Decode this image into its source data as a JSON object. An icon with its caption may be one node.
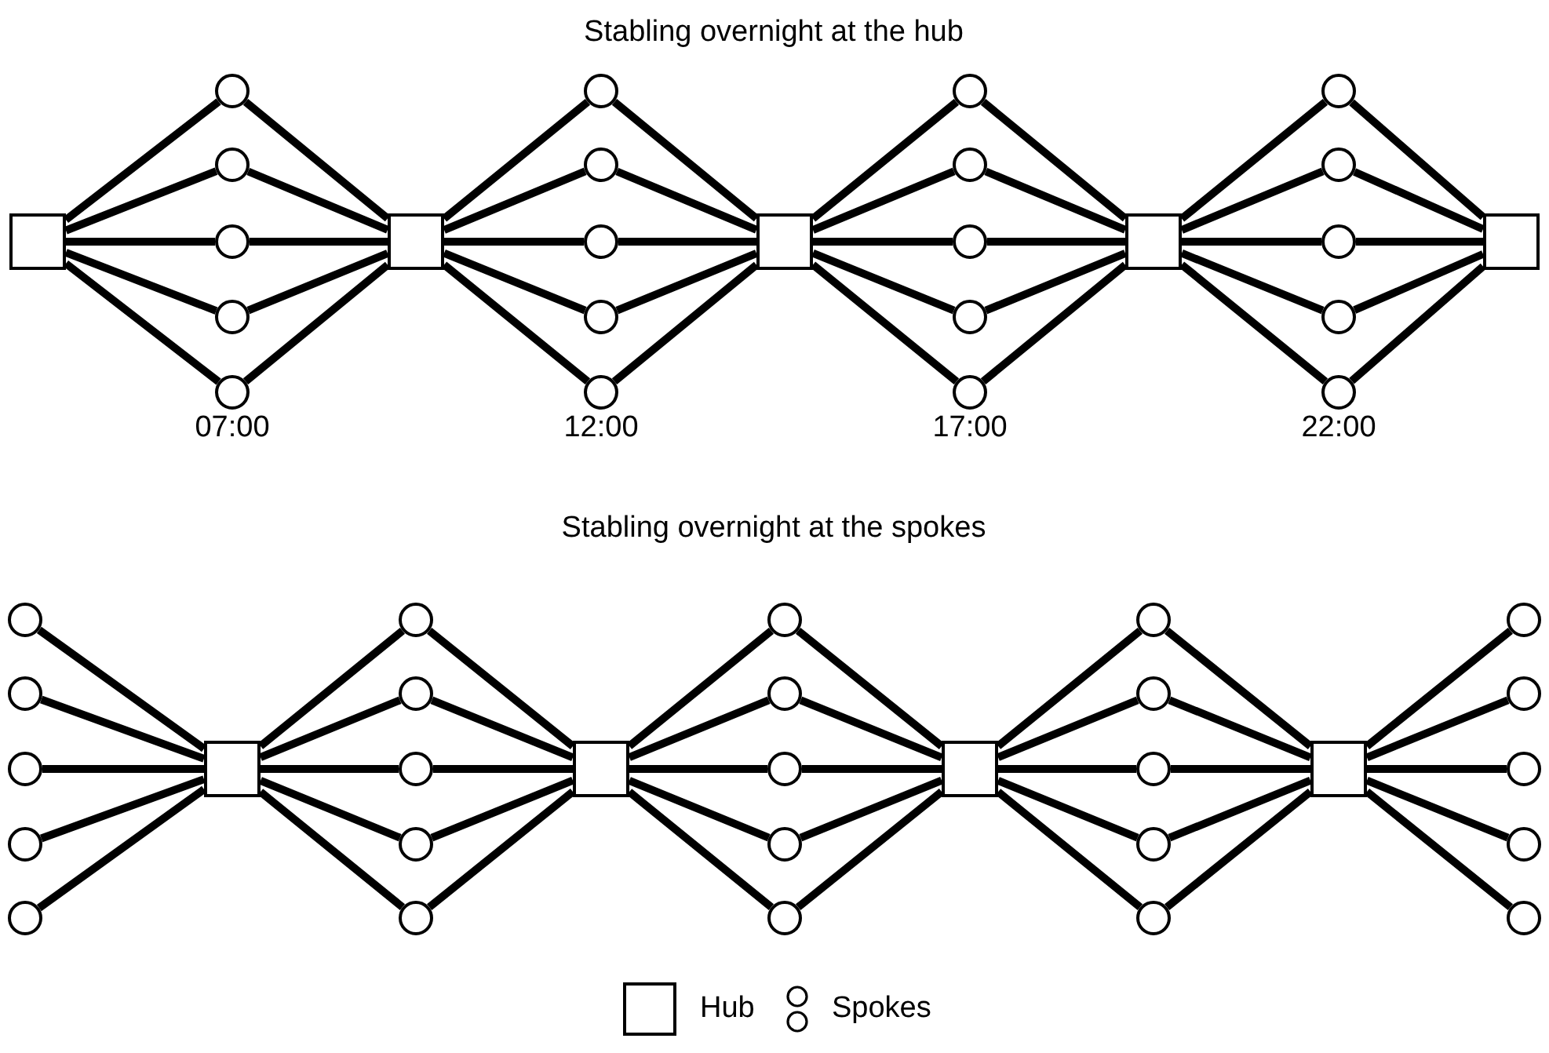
{
  "diagram": {
    "nodes": [
      {
        "text": [],
        "shape": "box"
      },
      {
        "text": [],
        "shape": "circle"
      },
      {
        "text": [],
        "shape": "circle"
      },
      {
        "text": [],
        "shape": "circle"
      },
      {
        "text": [],
        "shape": "circle"
      },
      {
        "text": [],
        "shape": "circle"
      },
      {
        "text": [],
        "shape": "box"
      },
      {
        "text": [],
        "shape": "circle"
      },
      {
        "text": [],
        "shape": "circle"
      },
      {
        "text": [],
        "shape": "circle"
      },
      {
        "text": [],
        "shape": "circle"
      },
      {
        "text": [],
        "shape": "circle"
      },
      {
        "text": [],
        "shape": "box"
      },
      {
        "text": [],
        "shape": "circle"
      },
      {
        "text": [],
        "shape": "circle"
      },
      {
        "text": [],
        "shape": "circle"
      },
      {
        "text": [],
        "shape": "circle"
      },
      {
        "text": [],
        "shape": "circle"
      },
      {
        "text": [],
        "shape": "box"
      },
      {
        "text": [],
        "shape": "circle"
      },
      {
        "text": [],
        "shape": "circle"
      },
      {
        "text": [],
        "shape": "circle"
      },
      {
        "text": [],
        "shape": "circle"
      },
      {
        "text": [],
        "shape": "circle"
      },
      {
        "text": [],
        "shape": "box"
      },
      {
        "text": [],
        "shape": "circle"
      },
      {
        "text": [],
        "shape": "circle"
      },
      {
        "text": [],
        "shape": "circle"
      },
      {
        "text": [],
        "shape": "circle"
      },
      {
        "text": [],
        "shape": "circle"
      },
      {
        "text": [],
        "shape": "box"
      },
      {
        "text": [],
        "shape": "circle"
      },
      {
        "text": [],
        "shape": "circle"
      },
      {
        "text": [],
        "shape": "circle"
      },
      {
        "text": [],
        "shape": "circle"
      },
      {
        "text": [],
        "shape": "circle"
      },
      {
        "text": [],
        "shape": "box"
      },
      {
        "text": [],
        "shape": "circle"
      },
      {
        "text": [],
        "shape": "circle"
      },
      {
        "text": [],
        "shape": "circle"
      },
      {
        "text": [],
        "shape": "circle"
      },
      {
        "text": [],
        "shape": "circle"
      },
      {
        "text": [],
        "shape": "box"
      },
      {
        "text": [],
        "shape": "circle"
      },
      {
        "text": [],
        "shape": "circle"
      },
      {
        "text": [],
        "shape": "circle"
      },
      {
        "text": [],
        "shape": "circle"
      },
      {
        "text": [],
        "shape": "circle"
      },
      {
        "text": [],
        "shape": "box"
      },
      {
        "text": [],
        "shape": "circle"
      },
      {
        "text": [],
        "shape": "circle"
      },
      {
        "text": [],
        "shape": "circle"
      },
      {
        "text": [],
        "shape": "circle"
      },
      {
        "text": [],
        "shape": "circle"
      }
    ],
    "edges": [
      {
        "from": 0,
        "to": 1,
        "arrow": "none"
      },
      {
        "from": 1,
        "to": 6,
        "arrow": "none"
      },
      {
        "from": 0,
        "to": 2,
        "arrow": "none"
      },
      {
        "from": 2,
        "to": 6,
        "arrow": "none"
      },
      {
        "from": 0,
        "to": 3,
        "arrow": "none"
      },
      {
        "from": 3,
        "to": 6,
        "arrow": "none"
      },
      {
        "from": 0,
        "to": 4,
        "arrow": "none"
      },
      {
        "from": 4,
        "to": 6,
        "arrow": "none"
      },
      {
        "from": 0,
        "to": 5,
        "arrow": "none"
      },
      {
        "from": 5,
        "to": 6,
        "arrow": "none"
      },
      {
        "from": 6,
        "to": 7,
        "arrow": "none"
      },
      {
        "from": 7,
        "to": 12,
        "arrow": "none"
      },
      {
        "from": 6,
        "to": 8,
        "arrow": "none"
      },
      {
        "from": 8,
        "to": 12,
        "arrow": "none"
      },
      {
        "from": 6,
        "to": 9,
        "arrow": "none"
      },
      {
        "from": 9,
        "to": 12,
        "arrow": "none"
      },
      {
        "from": 6,
        "to": 10,
        "arrow": "none"
      },
      {
        "from": 10,
        "to": 12,
        "arrow": "none"
      },
      {
        "from": 6,
        "to": 11,
        "arrow": "none"
      },
      {
        "from": 11,
        "to": 12,
        "arrow": "none"
      },
      {
        "from": 12,
        "to": 13,
        "arrow": "none"
      },
      {
        "from": 13,
        "to": 18,
        "arrow": "none"
      },
      {
        "from": 12,
        "to": 14,
        "arrow": "none"
      },
      {
        "from": 14,
        "to": 18,
        "arrow": "none"
      },
      {
        "from": 12,
        "to": 15,
        "arrow": "none"
      },
      {
        "from": 15,
        "to": 18,
        "arrow": "none"
      },
      {
        "from": 12,
        "to": 16,
        "arrow": "none"
      },
      {
        "from": 16,
        "to": 18,
        "arrow": "none"
      },
      {
        "from": 12,
        "to": 17,
        "arrow": "none"
      },
      {
        "from": 17,
        "to": 18,
        "arrow": "none"
      },
      {
        "from": 18,
        "to": 19,
        "arrow": "none"
      },
      {
        "from": 19,
        "to": 24,
        "arrow": "none"
      },
      {
        "from": 18,
        "to": 20,
        "arrow": "none"
      },
      {
        "from": 20,
        "to": 24,
        "arrow": "none"
      },
      {
        "from": 18,
        "to": 21,
        "arrow": "none"
      },
      {
        "from": 21,
        "to": 24,
        "arrow": "none"
      },
      {
        "from": 18,
        "to": 22,
        "arrow": "none"
      },
      {
        "from": 22,
        "to": 24,
        "arrow": "none"
      },
      {
        "from": 18,
        "to": 23,
        "arrow": "none"
      },
      {
        "from": 23,
        "to": 24,
        "arrow": "none"
      },
      {
        "from": 25,
        "to": 30,
        "arrow": "none"
      },
      {
        "from": 26,
        "to": 30,
        "arrow": "none"
      },
      {
        "from": 27,
        "to": 30,
        "arrow": "none"
      },
      {
        "from": 28,
        "to": 30,
        "arrow": "none"
      },
      {
        "from": 29,
        "to": 30,
        "arrow": "none"
      },
      {
        "from": 30,
        "to": 31,
        "arrow": "none"
      },
      {
        "from": 31,
        "to": 36,
        "arrow": "none"
      },
      {
        "from": 30,
        "to": 32,
        "arrow": "none"
      },
      {
        "from": 32,
        "to": 36,
        "arrow": "none"
      },
      {
        "from": 30,
        "to": 33,
        "arrow": "none"
      },
      {
        "from": 33,
        "to": 36,
        "arrow": "none"
      },
      {
        "from": 30,
        "to": 34,
        "arrow": "none"
      },
      {
        "from": 34,
        "to": 36,
        "arrow": "none"
      },
      {
        "from": 30,
        "to": 35,
        "arrow": "none"
      },
      {
        "from": 35,
        "to": 36,
        "arrow": "none"
      },
      {
        "from": 36,
        "to": 37,
        "arrow": "none"
      },
      {
        "from": 37,
        "to": 42,
        "arrow": "none"
      },
      {
        "from": 36,
        "to": 38,
        "arrow": "none"
      },
      {
        "from": 38,
        "to": 42,
        "arrow": "none"
      },
      {
        "from": 36,
        "to": 39,
        "arrow": "none"
      },
      {
        "from": 39,
        "to": 42,
        "arrow": "none"
      },
      {
        "from": 36,
        "to": 40,
        "arrow": "none"
      },
      {
        "from": 40,
        "to": 42,
        "arrow": "none"
      },
      {
        "from": 36,
        "to": 41,
        "arrow": "none"
      },
      {
        "from": 41,
        "to": 42,
        "arrow": "none"
      },
      {
        "from": 42,
        "to": 43,
        "arrow": "none"
      },
      {
        "from": 43,
        "to": 48,
        "arrow": "none"
      },
      {
        "from": 42,
        "to": 44,
        "arrow": "none"
      },
      {
        "from": 44,
        "to": 48,
        "arrow": "none"
      },
      {
        "from": 42,
        "to": 45,
        "arrow": "none"
      },
      {
        "from": 45,
        "to": 48,
        "arrow": "none"
      },
      {
        "from": 42,
        "to": 46,
        "arrow": "none"
      },
      {
        "from": 46,
        "to": 48,
        "arrow": "none"
      },
      {
        "from": 42,
        "to": 47,
        "arrow": "none"
      },
      {
        "from": 47,
        "to": 48,
        "arrow": "none"
      },
      {
        "from": 48,
        "to": 49,
        "arrow": "none"
      },
      {
        "from": 48,
        "to": 50,
        "arrow": "none"
      },
      {
        "from": 48,
        "to": 51,
        "arrow": "none"
      },
      {
        "from": 48,
        "to": 52,
        "arrow": "none"
      },
      {
        "from": 48,
        "to": 53,
        "arrow": "none"
      }
    ],
    "labels": [
      "Stabling overnight at the hub",
      "07:00",
      "12:00",
      "17:00",
      "22:00",
      "Stabling overnight at the spokes"
    ],
    "legend": [
      {
        "text": "Hub"
      },
      {
        "text": "Spokes"
      }
    ]
  }
}
